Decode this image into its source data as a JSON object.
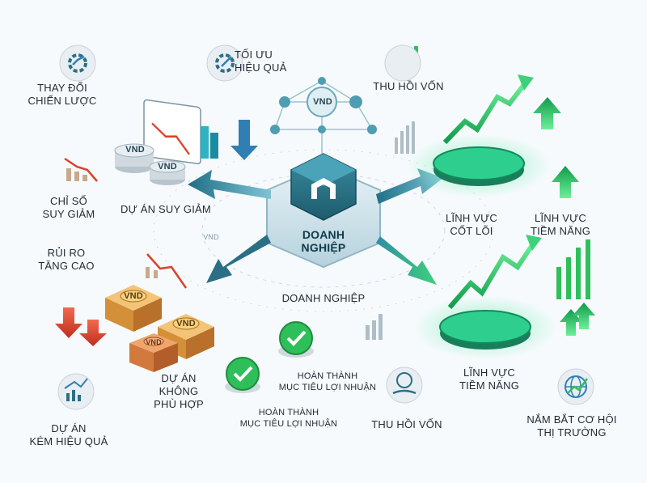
{
  "labels": {
    "thay_doi_chien_luoc": "THAY ĐỔI\nCHIẾN LƯỢC",
    "toi_uu_hieu_qua": "TỐI ƯU\nHIỆU QUẢ",
    "thu_hoi_von_top": "THU HỒI VỐN",
    "chi_so_suy_giam": "CHỈ SỐ\nSUY GIẢM",
    "du_an_suy_giam": "DỰ ÁN SUY GIẢM",
    "doanh_nghiep_center": "DOANH\nNGHIỆP",
    "doanh_nghiep_bottom": "DOANH NGHIỆP",
    "linh_vuc_cot_loi": "LĨNH VỰC\nCỐT LÕI",
    "linh_vuc_tiem_nang_right": "LĨNH VỰC\nTIỀM NĂNG",
    "rui_ro_tang_cao": "RỦI RO\nTĂNG CAO",
    "du_an_khong_phu_hop": "DỰ ÁN\nKHÔNG\nPHÙ HỢP",
    "hoan_thanh_1": "HOÀN THÀNH\nMỤC TIÊU LỢI NHUẬN",
    "hoan_thanh_2": "HOÀN THÀNH\nMỤC TIÊU LỢI NHUẬN",
    "linh_vuc_tiem_nang_bottom": "LĨNH VỰC\nTIỀM NĂNG",
    "thu_hoi_von_bottom": "THU HỒI VỐN",
    "nam_bat_co_hoi": "NẮM BẮT CƠ HỘI\nTHỊ TRƯỜNG",
    "du_an_kem_hieu_qua": "DỰ ÁN\nKÉM HIỆU QUẢ"
  },
  "coin_text": "VND",
  "colors": {
    "teal_dark": "#1e5f6e",
    "teal": "#3a8ca0",
    "green": "#2fbf5a",
    "red": "#d9432b",
    "gold": "#e3a640",
    "blue_arrow": "#2f7fb5"
  }
}
